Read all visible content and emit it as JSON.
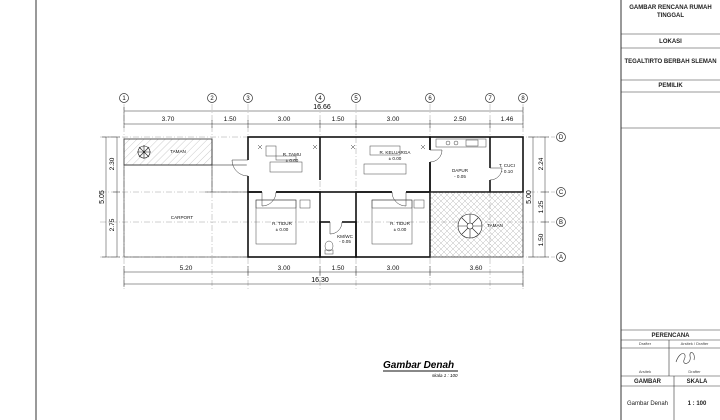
{
  "title_block": {
    "project_title": "GAMBAR RENCANA RUMAH TINGGAL",
    "location_label": "LOKASI",
    "location_value": "TEGALTIRTO BERBAH SLEMAN",
    "owner_label": "PEMILIK",
    "planner_label": "PERENCANA",
    "planner_left": "Drafter",
    "planner_right": "Arsitek / Drafter",
    "sign_left": "Arsitek",
    "sign_right": "Drafter",
    "drawing_label": "GAMBAR",
    "scale_label": "SKALA",
    "drawing_value": "Gambar Denah",
    "scale_value": "1 : 100"
  },
  "grid_axes": {
    "vertical": [
      "1",
      "2",
      "3",
      "4",
      "5",
      "6",
      "7",
      "8"
    ],
    "horizontal": [
      "D",
      "C",
      "B",
      "A"
    ]
  },
  "dimensions": {
    "top_total": "16.66",
    "top_segments": [
      "3.70",
      "1.50",
      "3.00",
      "1.50",
      "3.00",
      "2.50",
      "1.46"
    ],
    "bottom_total": "16.30",
    "bottom_segments": [
      "5.20",
      "3.00",
      "1.50",
      "3.00",
      "3.60"
    ],
    "left_total": "5.05",
    "left_segments": [
      "2.30",
      "2.75"
    ],
    "right_total": "5.00",
    "right_segments": [
      "2.24",
      "1.25",
      "1.50"
    ]
  },
  "rooms": {
    "taman_left": "TAMAN",
    "carport": "CARPORT",
    "r_tamu": "R. TAMU",
    "r_tamu_level": "± 0.00",
    "r_keluarga": "R. KELUARGA",
    "r_keluarga_level": "± 0.00",
    "dapur": "DAPUR",
    "dapur_level": "- 0.05",
    "t_cuci": "T. CUCI",
    "t_cuci_level": "- 0.10",
    "r_tidur_1": "R. TIDUR",
    "r_tidur_1_level": "± 0.00",
    "r_tidur_2": "R. TIDUR",
    "r_tidur_2_level": "± 0.00",
    "km_wc": "KM/WC",
    "km_wc_level": "- 0.05",
    "taman_right": "TAMAN"
  },
  "drawing_caption": {
    "title": "Gambar Denah",
    "scale": "skala 1 : 100"
  }
}
